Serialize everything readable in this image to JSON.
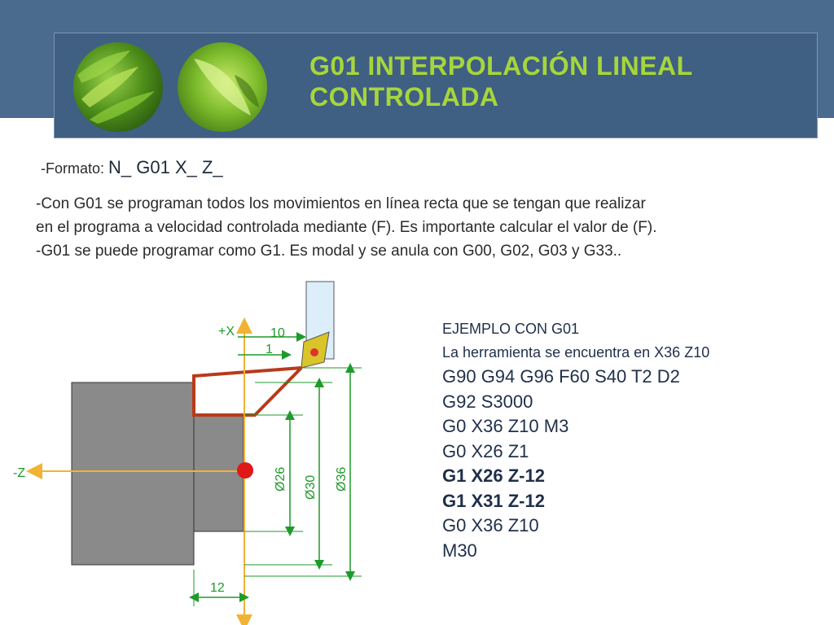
{
  "header": {
    "title_line1": "G01 INTERPOLACIÓN LINEAL",
    "title_line2": "CONTROLADA"
  },
  "formato": {
    "label": "-Formato: ",
    "code": "N_ G01 X_ Z_"
  },
  "description": {
    "lines": [
      "-Con G01 se programan todos los movimientos en línea recta que se tengan que realizar",
      "en el programa a velocidad controlada mediante (F). Es importante calcular el valor de (F).",
      "-G01 se puede programar como G1. Es modal  y se anula con G00, G02, G03 y G33.."
    ]
  },
  "diagram": {
    "plus_x": "+X",
    "minus_z": "-Z",
    "dim_10": "10",
    "dim_1": "1",
    "dim_12": "12",
    "d26": "Ø26",
    "d30": "Ø30",
    "d36": "Ø36"
  },
  "program": {
    "heading": "EJEMPLO CON G01",
    "subheading": "La herramienta se encuentra en X36 Z10",
    "lines": [
      "G90 G94 G96 F60 S40 T2 D2",
      "G92 S3000",
      "G0 X36 Z10 M3",
      "G0 X26 Z1",
      "G1 X26 Z-12",
      "G1 X31 Z-12",
      "G0 X36 Z10",
      "M30"
    ]
  },
  "colors": {
    "band": "#4a6a8e",
    "title": "#a6d63a",
    "path": "#b83a1a",
    "dimension": "#1e9a2a",
    "axis": "#f2b233"
  }
}
